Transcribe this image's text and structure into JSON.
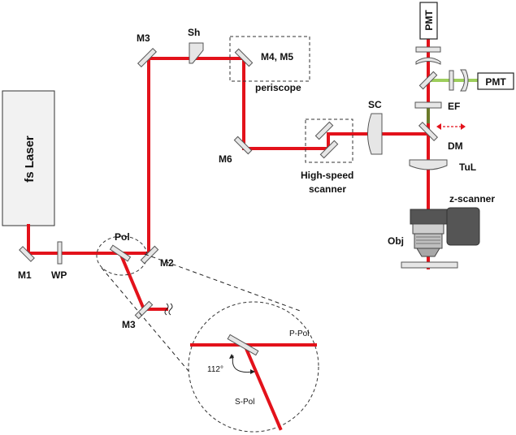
{
  "labels": {
    "laser": "fs Laser",
    "m1": "M1",
    "wp": "WP",
    "pol": "Pol",
    "m2": "M2",
    "m3_top": "M3",
    "m3_bottom": "M3",
    "sh": "Sh",
    "m4m5": "M4, M5",
    "periscope": "periscope",
    "m6": "M6",
    "scanner_line1": "High-speed",
    "scanner_line2": "scanner",
    "sc": "SC",
    "pmt_top": "PMT",
    "pmt_side": "PMT",
    "ef": "EF",
    "dm": "DM",
    "tul": "TuL",
    "z_scanner": "z-scanner",
    "obj": "Obj",
    "p_pol": "P-Pol",
    "s_pol": "S-Pol",
    "angle": "112°"
  },
  "colors": {
    "excitation_beam": "#e3121b",
    "emission_beam": "#9dce5c",
    "filtered_beam": "#6b7a2a",
    "optics_fill": "#e6e6e6",
    "scanner_body": "#555555"
  }
}
